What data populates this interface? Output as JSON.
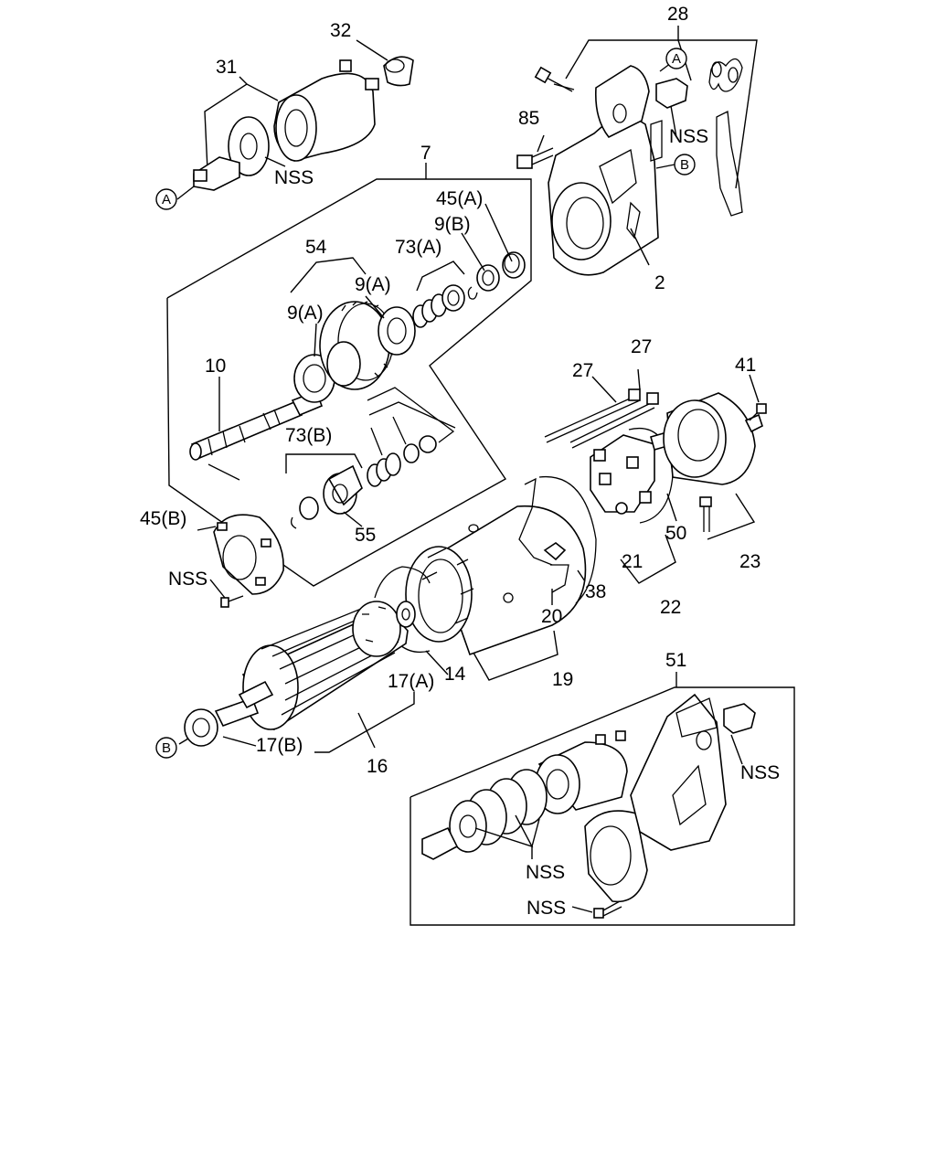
{
  "labels": {
    "l28": "28",
    "l32": "32",
    "l31": "31",
    "l85": "85",
    "l7": "7",
    "l45a": "45(A)",
    "l9b": "9(B)",
    "l73a": "73(A)",
    "l54": "54",
    "l9a_right": "9(A)",
    "l9a_left": "9(A)",
    "l2": "2",
    "l10": "10",
    "l27_top": "27",
    "l27_left": "27",
    "l41": "41",
    "l73b": "73(B)",
    "l45b": "45(B)",
    "l55": "55",
    "l50": "50",
    "l21": "21",
    "l23": "23",
    "l38": "38",
    "l20": "20",
    "l22": "22",
    "l17a": "17(A)",
    "l14": "14",
    "l19": "19",
    "l51": "51",
    "l17b": "17(B)",
    "l16": "16",
    "nss_solenoid": "NSS",
    "nss_top_right": "NSS",
    "nss_left": "NSS",
    "nss_51_right": "NSS",
    "nss_51_shims": "NSS",
    "nss_51_bolt": "NSS"
  },
  "refs": {
    "a_left": "A",
    "a_top": "A",
    "b_top": "B",
    "b_bottom": "B"
  }
}
